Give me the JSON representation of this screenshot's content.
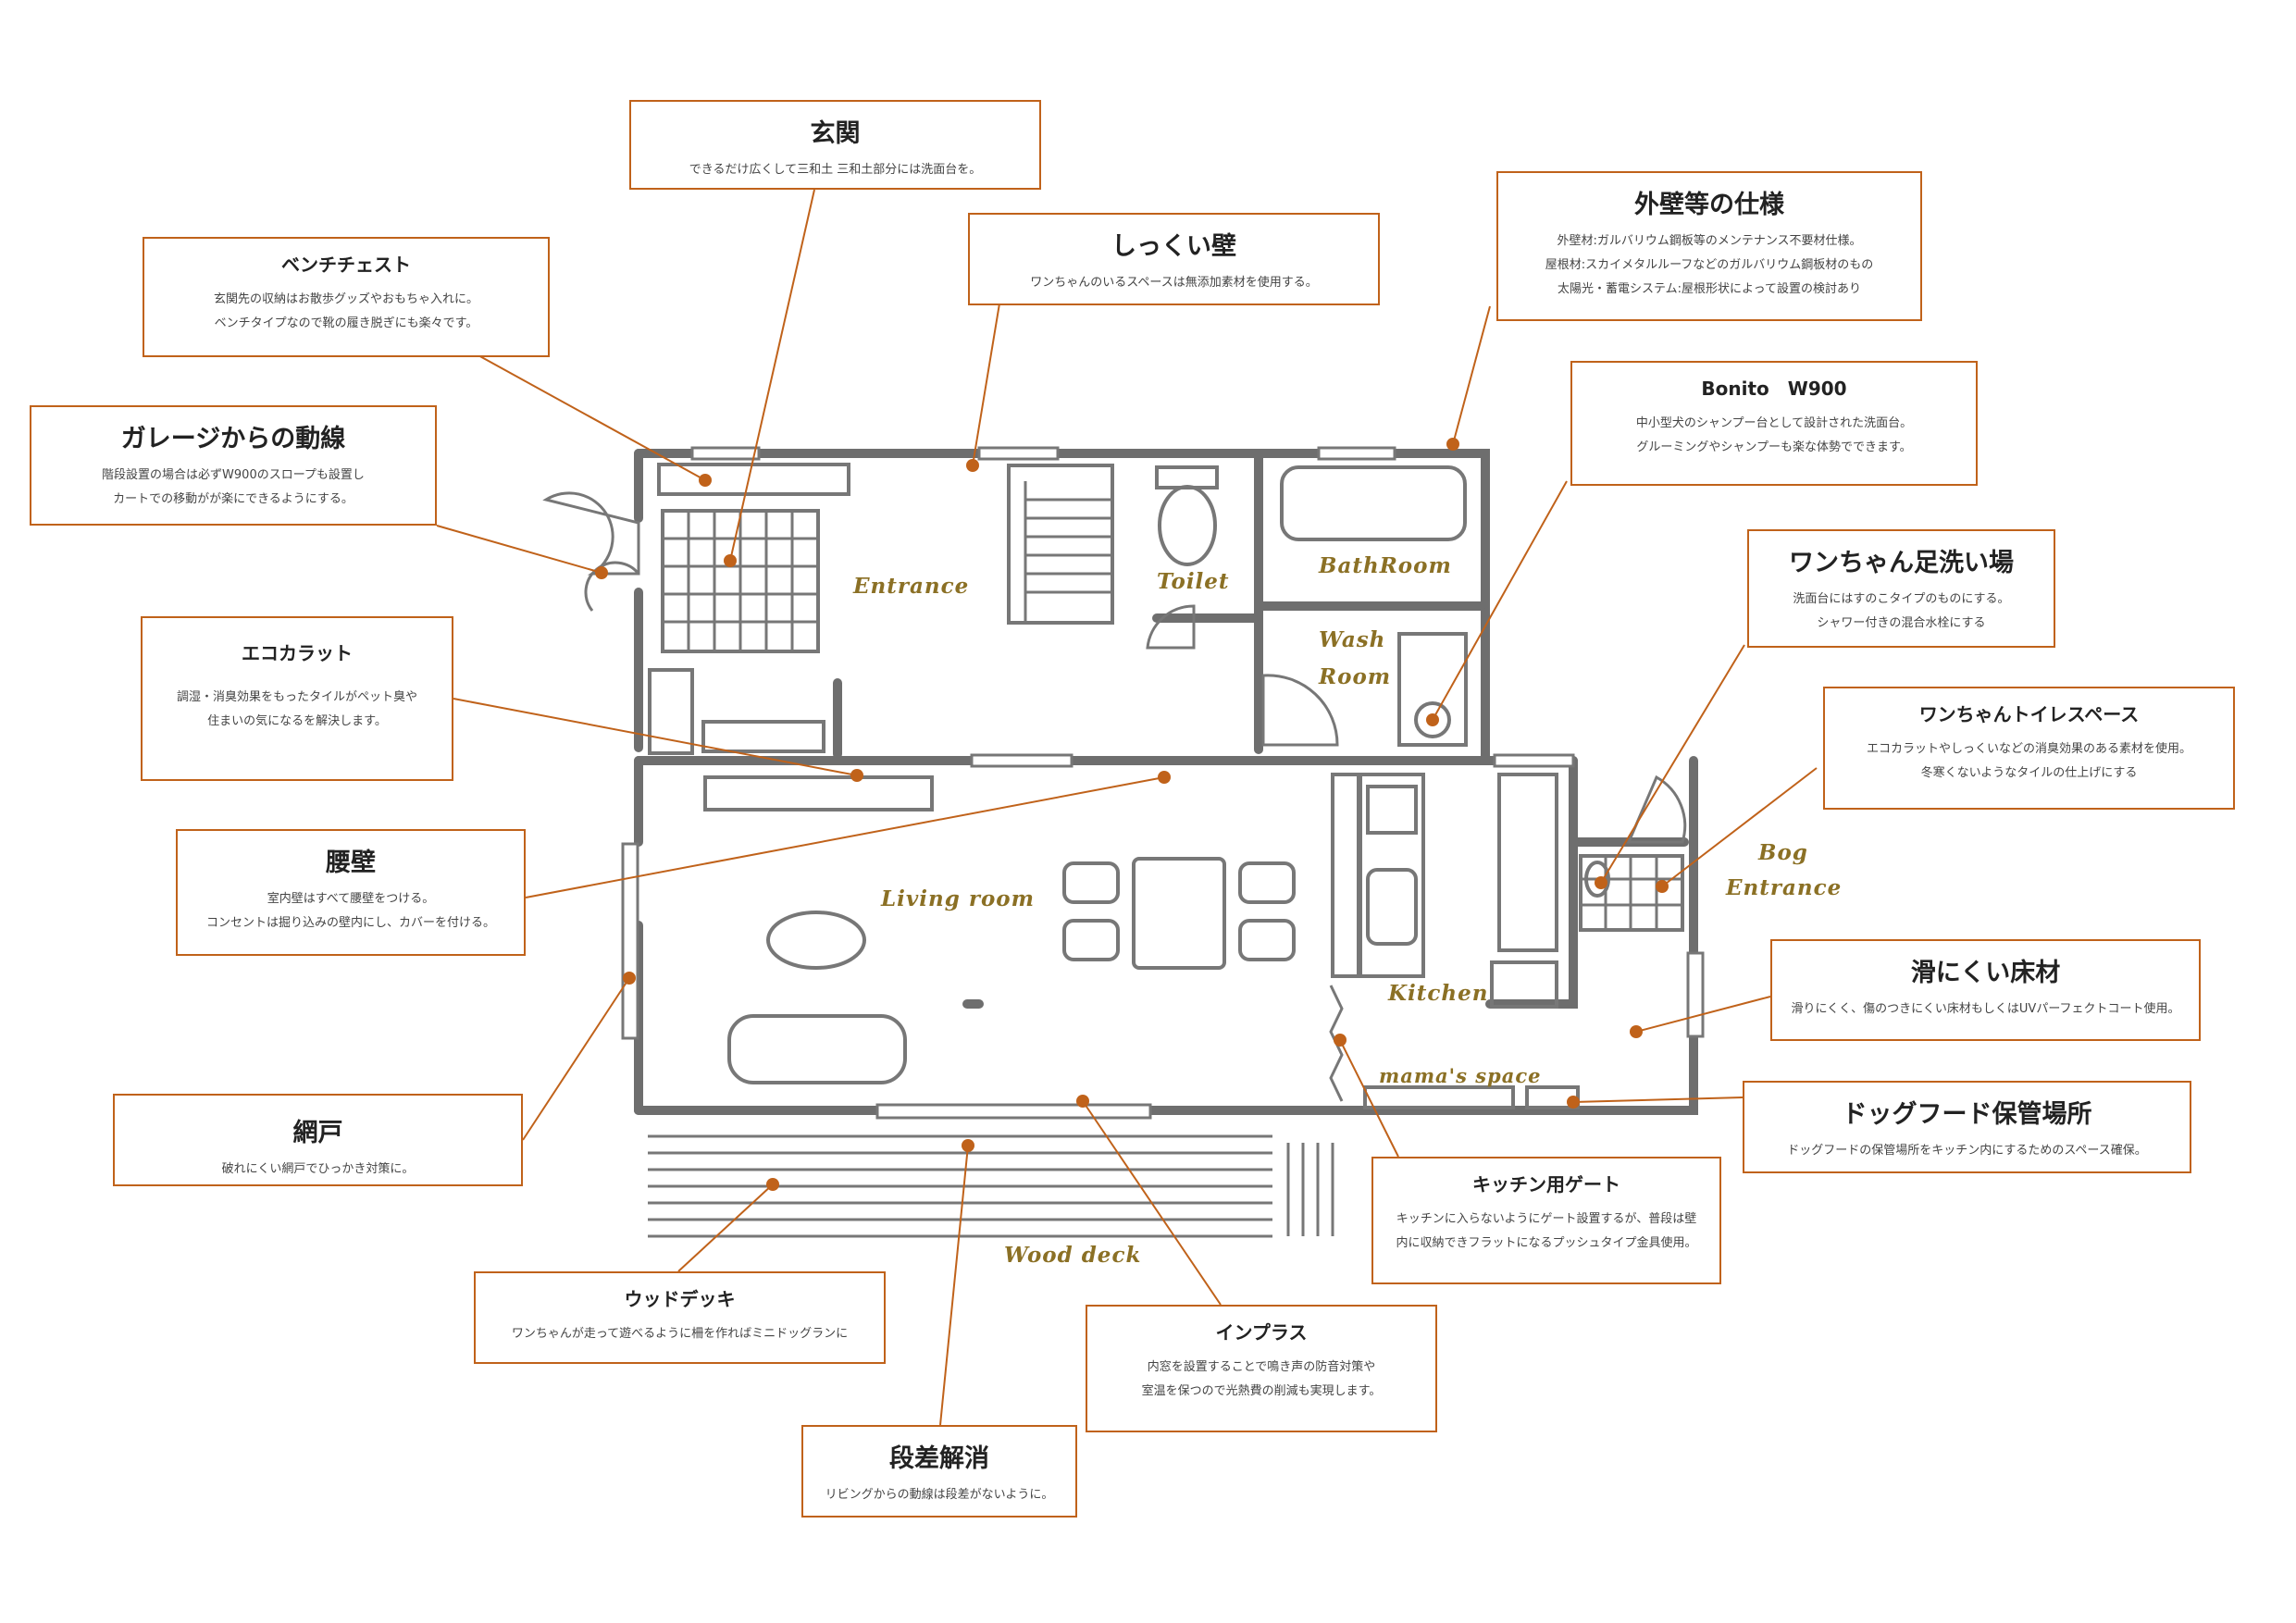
{
  "colors": {
    "accent": "#c0621a",
    "wall": "#6e6e6e",
    "room_label": "#8b7025"
  },
  "rooms": {
    "entrance": "Entrance",
    "toilet": "Toilet",
    "bathroom": "BathRoom",
    "wash": "Wash",
    "wash_room": "Room",
    "living": "Living room",
    "kitchen": "Kitchen",
    "mamas_space": "mama's space",
    "bog": "Bog",
    "bog_entrance": "Entrance",
    "wood_deck": "Wood deck"
  },
  "notes": {
    "genkan": {
      "title": "玄関",
      "lines": [
        "できるだけ広くして三和土 三和土部分には洗面台を。"
      ]
    },
    "bench_chest": {
      "title": "ベンチチェスト",
      "lines": [
        "玄関先の収納はお散歩グッズやおもちゃ入れに。",
        "ベンチタイプなので靴の履き脱ぎにも楽々です。"
      ]
    },
    "shikkui": {
      "title": "しっくい壁",
      "lines": [
        "ワンちゃんのいるスペースは無添加素材を使用する。"
      ]
    },
    "gaiheki": {
      "title": "外壁等の仕様",
      "lines": [
        "外壁材:ガルバリウム鋼板等のメンテナンス不要材仕様。",
        "屋根材:スカイメタルルーフなどのガルバリウム鋼板材のもの",
        "太陽光・蓄電システム:屋根形状によって設置の検討あり"
      ]
    },
    "garage": {
      "title": "ガレージからの動線",
      "lines": [
        "階段設置の場合は必ずW900のスロープも設置し",
        "カートでの移動がが楽にできるようにする。"
      ]
    },
    "bonito": {
      "title": "Bonito　W900",
      "lines": [
        "中小型犬のシャンプー台として設計された洗面台。",
        "グルーミングやシャンプーも楽な体勢でできます。"
      ]
    },
    "ashiarai": {
      "title": "ワンちゃん足洗い場",
      "lines": [
        "洗面台にはすのこタイプのものにする。",
        "シャワー付きの混合水栓にする"
      ]
    },
    "ecocarat": {
      "title": "エコカラット",
      "lines": [
        "調湿・消臭効果をもったタイルがペット臭や",
        "住まいの気になるを解決します。"
      ]
    },
    "toilet_space": {
      "title": "ワンちゃんトイレスペース",
      "lines": [
        "エコカラットやしっくいなどの消臭効果のある素材を使用。",
        "冬寒くないようなタイルの仕上げにする"
      ]
    },
    "koshikabe": {
      "title": "腰壁",
      "lines": [
        "室内壁はすべて腰壁をつける。",
        "コンセントは掘り込みの壁内にし、カバーを付ける。"
      ]
    },
    "floor": {
      "title": "滑にくい床材",
      "lines": [
        "滑りにくく、傷のつきにくい床材もしくはUVパーフェクトコート使用。"
      ]
    },
    "amido": {
      "title": "網戸",
      "lines": [
        "破れにくい網戸でひっかき対策に。"
      ]
    },
    "dogfood": {
      "title": "ドッグフード保管場所",
      "lines": [
        "ドッグフードの保管場所をキッチン内にするためのスペース確保。"
      ]
    },
    "kitchen_gate": {
      "title": "キッチン用ゲート",
      "lines": [
        "キッチンに入らないようにゲート設置するが、普段は壁",
        "内に収納できフラットになるプッシュタイプ金具使用。"
      ]
    },
    "wood_deck": {
      "title": "ウッドデッキ",
      "lines": [
        "ワンちゃんが走って遊べるように柵を作ればミニドッグランに"
      ]
    },
    "inplus": {
      "title": "インプラス",
      "lines": [
        "内窓を設置することで鳴き声の防音対策や",
        "室温を保つので光熱費の削減も実現します。"
      ]
    },
    "dansa": {
      "title": "段差解消",
      "lines": [
        "リビングからの動線は段差がないように。"
      ]
    }
  }
}
